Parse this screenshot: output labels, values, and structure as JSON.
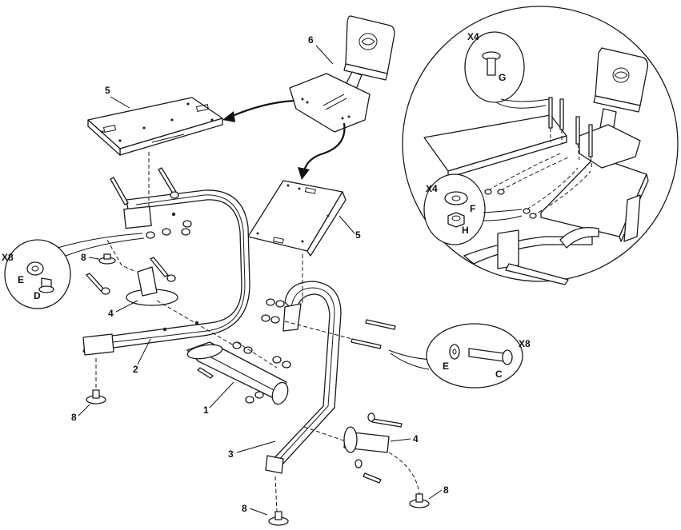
{
  "callouts": {
    "part_1": "1",
    "part_2": "2",
    "part_3": "3",
    "part_4_left": "4",
    "part_4_right": "4",
    "part_5_left": "5",
    "part_5_right": "5",
    "part_6": "6",
    "part_8_top": "8",
    "part_8_left": "8",
    "part_8_bottom": "8",
    "part_8_right": "8"
  },
  "detail_foot": {
    "qty": "X8",
    "letter_washer": "E",
    "letter_foot": "D"
  },
  "detail_bolt": {
    "qty": "X8",
    "letter_washer": "E",
    "letter_bolt": "C"
  },
  "detail_screw": {
    "qty": "X4",
    "letter_screw": "G"
  },
  "detail_washer_nut": {
    "qty": "X4",
    "letter_washer": "F",
    "letter_nut": "H"
  }
}
